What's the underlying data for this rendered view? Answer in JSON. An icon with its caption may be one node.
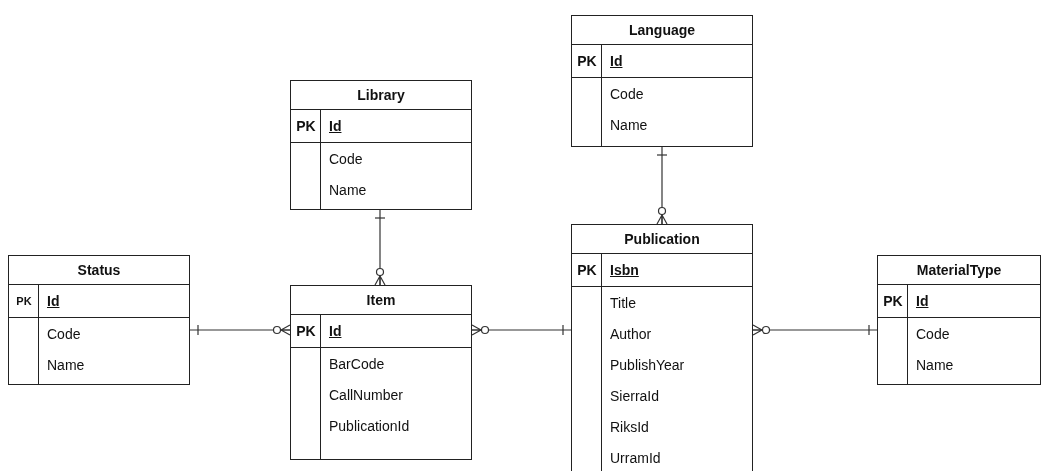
{
  "diagram": {
    "nodes": [
      {
        "text": [
          "Library",
          "PK",
          "Id",
          "Code",
          "Name"
        ]
      },
      {
        "text": [
          "Language",
          "PK",
          "Id",
          "Code",
          "Name"
        ]
      },
      {
        "text": [
          "Status",
          "PK",
          "Id",
          "Code",
          "Name"
        ]
      },
      {
        "text": [
          "Item",
          "PK",
          "Id",
          "BarCode",
          "CallNumber",
          "PublicationId"
        ]
      },
      {
        "text": [
          "Publication",
          "PK",
          "Isbn",
          "Title",
          "Author",
          "PublishYear",
          "SierraId",
          "RiksId",
          "UrramId"
        ]
      },
      {
        "text": [
          "MaterialType",
          "PK",
          "Id",
          "Code",
          "Name"
        ]
      }
    ],
    "edges": [
      {
        "from": 2,
        "to": 3,
        "arrow": "other"
      },
      {
        "from": 0,
        "to": 3,
        "arrow": "other"
      },
      {
        "from": 4,
        "to": 3,
        "arrow": "other"
      },
      {
        "from": 1,
        "to": 4,
        "arrow": "other"
      },
      {
        "from": 5,
        "to": 4,
        "arrow": "other"
      }
    ]
  }
}
